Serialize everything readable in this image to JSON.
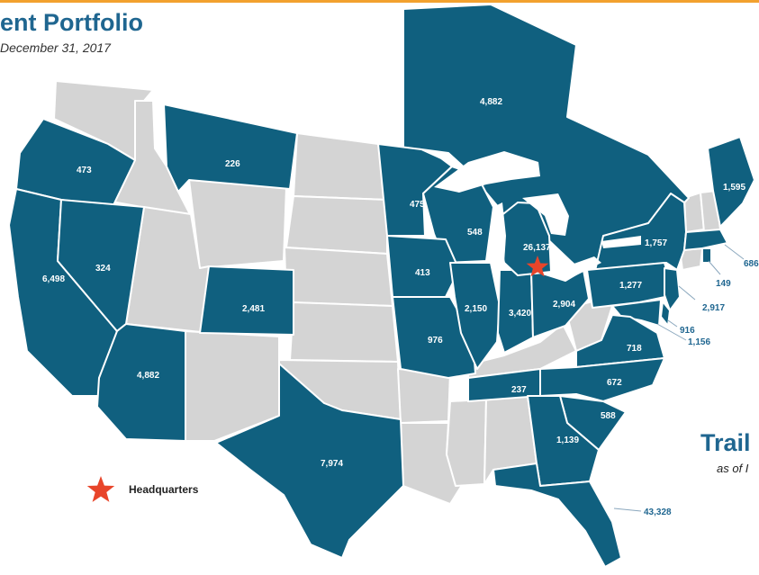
{
  "header": {
    "title": "ent Portfolio",
    "subtitle": "December 31, 2017"
  },
  "side_heading": {
    "title": "Trail",
    "subtitle": "as of I"
  },
  "legend": {
    "headquarters_label": "Headquarters",
    "marker_icon": "star-icon"
  },
  "colors": {
    "highlighted": "#10607f",
    "unhighlighted": "#d4d4d4",
    "headquarters_star": "#e8452a",
    "accent_rule": "#f2a12e",
    "title": "#1f6690"
  },
  "values": {
    "oregon": "473",
    "montana": "226",
    "ontario": "4,882",
    "maine": "1,595",
    "california": "6,498",
    "nevada": "324",
    "colorado": "2,481",
    "arizona": "4,882",
    "texas": "7,974",
    "minnesota": "475",
    "wisconsin": "548",
    "iowa": "413",
    "missouri": "976",
    "illinois": "2,150",
    "indiana": "3,420",
    "ohio": "2,904",
    "michigan": "26,137",
    "new_york": "1,757",
    "pennsylvania": "1,277",
    "massachusetts": "686",
    "rhode_island": "149",
    "new_jersey": "2,917",
    "delaware": "916",
    "maryland": "1,156",
    "virginia": "718",
    "north_carolina": "672",
    "tennessee": "237",
    "south_carolina": "588",
    "georgia": "1,139",
    "florida": "43,328"
  }
}
